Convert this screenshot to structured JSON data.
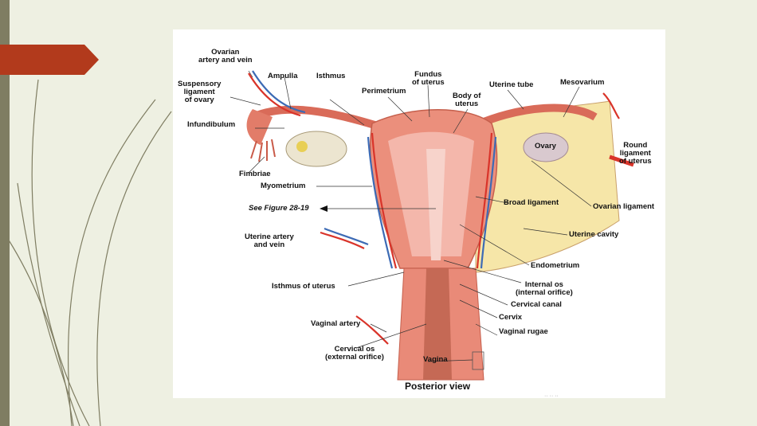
{
  "slide": {
    "accent_color": "#b23a1c",
    "side_color": "#7f7d62",
    "background": "#eef0e2"
  },
  "figure": {
    "caption": "Posterior view",
    "labels": {
      "ovarian_artery": [
        "Ovarian",
        "artery and vein"
      ],
      "ampulla": "Ampulla",
      "isthmus": "Isthmus",
      "fundus": [
        "Fundus",
        "of uterus"
      ],
      "perimetrium": "Perimetrium",
      "uterine_tube": "Uterine tube",
      "mesovarium": "Mesovarium",
      "suspensory": [
        "Suspensory",
        "ligament",
        "of ovary"
      ],
      "body_of_uterus": [
        "Body of",
        "uterus"
      ],
      "infundibulum": "Infundibulum",
      "ovary": "Ovary",
      "round_ligament": [
        "Round",
        "ligament",
        "of uterus"
      ],
      "fimbriae": "Fimbriae",
      "myometrium": "Myometrium",
      "broad_ligament": "Broad ligament",
      "ovarian_ligament": "Ovarian ligament",
      "see_figure": "See Figure 28-19",
      "uterine_cavity": "Uterine cavity",
      "uterine_artery": [
        "Uterine artery",
        "and vein"
      ],
      "endometrium": "Endometrium",
      "internal_os": [
        "Internal os",
        "(internal orifice)"
      ],
      "isthmus_of_uterus": "Isthmus of uterus",
      "cervical_canal": "Cervical canal",
      "cervix": "Cervix",
      "vaginal_artery": "Vaginal artery",
      "vaginal_rugae": "Vaginal rugae",
      "cervical_os": [
        "Cervical os",
        "(external orifice)"
      ],
      "vagina": "Vagina"
    }
  }
}
